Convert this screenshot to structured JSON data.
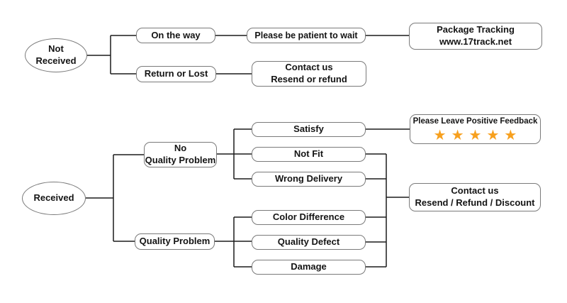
{
  "colors": {
    "star": "#F7A01E",
    "box_border": "#7A7A7A",
    "line": "#1C1C1C",
    "background": "#FFFFFF"
  },
  "not_received_flow": {
    "root": {
      "line1": "Not",
      "line2": "Received"
    },
    "on_the_way": "On the way",
    "be_patient": "Please be patient to wait",
    "package_tracking": {
      "line1": "Package Tracking",
      "line2": "www.17track.net"
    },
    "return_or_lost": "Return or Lost",
    "contact": {
      "line1": "Contact us",
      "line2": "Resend or refund"
    }
  },
  "received_flow": {
    "root": "Received",
    "no_quality_problem": {
      "line1": "No",
      "line2": "Quality Problem"
    },
    "satisfy": "Satisfy",
    "not_fit": "Not Fit",
    "wrong_delivery": "Wrong Delivery",
    "feedback": {
      "label": "Please Leave Positive Feedback",
      "stars": "★★★★★"
    },
    "quality_problem": "Quality Problem",
    "color_difference": "Color Difference",
    "quality_defect": "Quality Defect",
    "damage": "Damage",
    "contact": {
      "line1": "Contact us",
      "line2": "Resend / Refund / Discount"
    }
  }
}
